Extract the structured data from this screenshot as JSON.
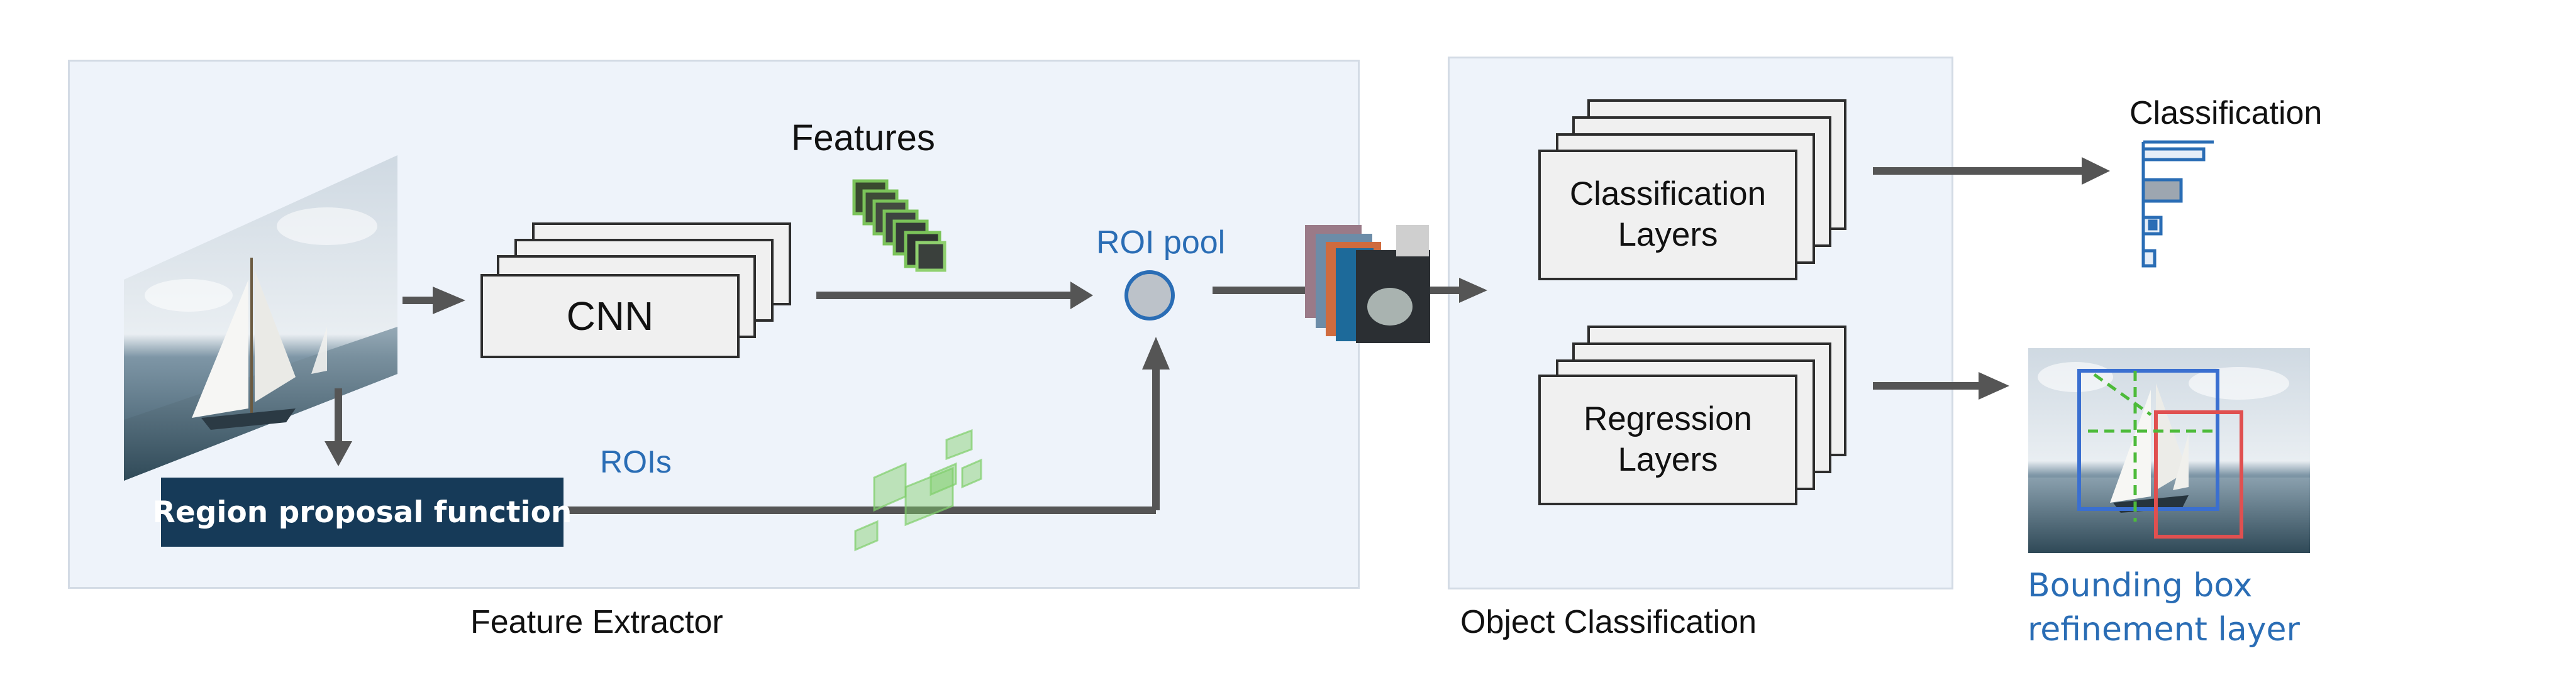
{
  "feature_extractor": {
    "caption": "Feature Extractor",
    "cnn_label": "CNN",
    "features_label": "Features",
    "roi_pool_label": "ROI pool",
    "rois_label": "ROIs",
    "region_proposal_label": "Region proposal function"
  },
  "object_classification": {
    "caption": "Object Classification",
    "classification_layers_line1": "Classification",
    "classification_layers_line2": "Layers",
    "regression_layers_line1": "Regression",
    "regression_layers_line2": "Layers"
  },
  "outputs": {
    "classification_label": "Classification",
    "bbox_line1": "Bounding box",
    "bbox_line2": "refinement layer"
  },
  "colors": {
    "panel_bg": "#eef3fa",
    "accent_blue": "#2a6db5",
    "arrow_gray": "#555555",
    "proposal_box_bg": "#163a58",
    "bbox_red": "#e05050",
    "bbox_green": "#4dbb3a"
  },
  "icons": [
    "sailboat-image",
    "feature-maps-icon",
    "roi-patches-icon",
    "roi-pooled-patches-icon",
    "classification-bars-icon",
    "detection-result-image"
  ]
}
